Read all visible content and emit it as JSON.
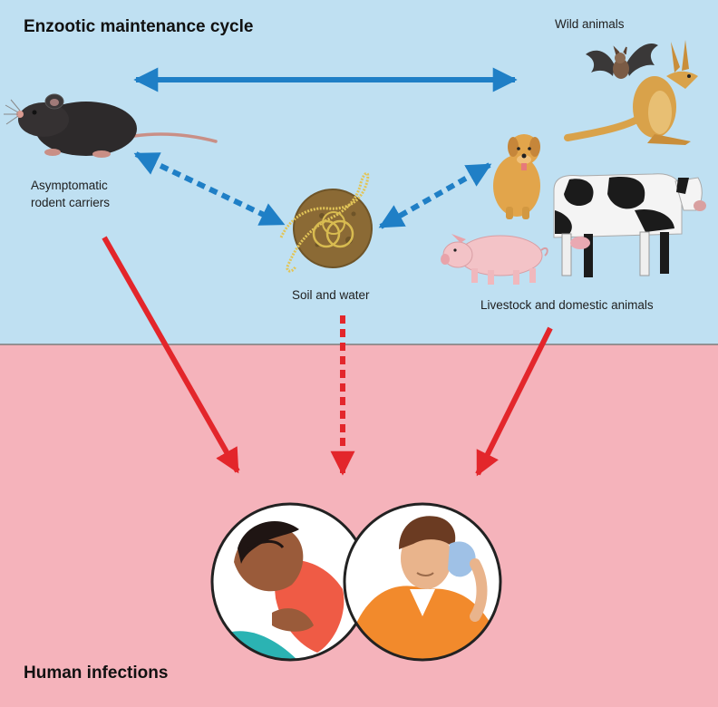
{
  "top_section": {
    "title": "Enzootic maintenance cycle",
    "background": "#bfe0f2"
  },
  "bottom_section": {
    "title": "Human infections",
    "background": "#f5b3bb"
  },
  "nodes": {
    "wild_animals": {
      "label": "Wild animals",
      "icons": [
        "bat-icon",
        "kangaroo-icon"
      ]
    },
    "rodent_carriers": {
      "label_line1": "Asymptomatic",
      "label_line2": "rodent carriers",
      "icons": [
        "rat-icon"
      ]
    },
    "soil_water": {
      "label": "Soil and water",
      "icons": [
        "soil-ball-icon",
        "leptospira-icon"
      ]
    },
    "livestock": {
      "label": "Livestock and domestic animals",
      "icons": [
        "dog-icon",
        "cow-icon",
        "pig-icon"
      ]
    },
    "humans": {
      "icons": [
        "sick-woman-icon",
        "sick-man-icon"
      ]
    }
  },
  "colors": {
    "blue_arrow": "#1f7fc6",
    "red_arrow": "#e3262b"
  }
}
